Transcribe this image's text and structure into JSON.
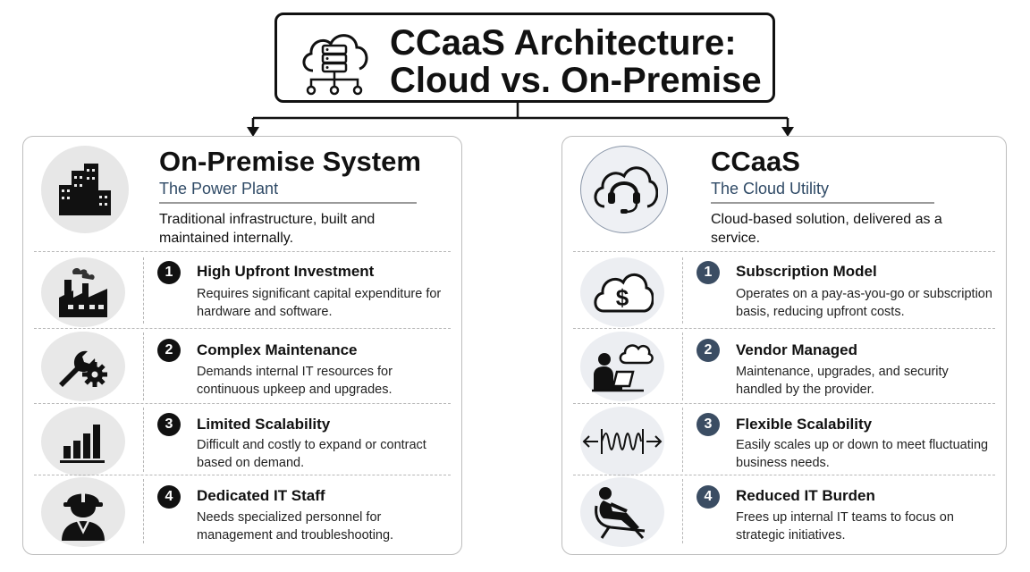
{
  "title": {
    "line1": "CCaaS Architecture:",
    "line2": "Cloud vs. On-Premise",
    "icon": "cloud-server-icon"
  },
  "left": {
    "title": "On-Premise System",
    "subtitle": "The Power Plant",
    "description": "Traditional infrastructure, built and maintained internally.",
    "hero_icon": "buildings-icon",
    "items": [
      {
        "num": "1",
        "title": "High Upfront Investment",
        "desc": "Requires significant capital expenditure for hardware and software.",
        "icon": "factory-icon"
      },
      {
        "num": "2",
        "title": "Complex Maintenance",
        "desc": "Demands internal IT resources for continuous upkeep and upgrades.",
        "icon": "wrench-gear-icon"
      },
      {
        "num": "3",
        "title": "Limited Scalability",
        "desc": "Difficult and costly to expand or contract based on demand.",
        "icon": "bar-chart-icon"
      },
      {
        "num": "4",
        "title": "Dedicated IT Staff",
        "desc": "Needs specialized personnel for management and troubleshooting.",
        "icon": "hard-hat-worker-icon"
      }
    ]
  },
  "right": {
    "title": "CCaaS",
    "subtitle": "The Cloud Utility",
    "description": "Cloud-based solution, delivered as a service.",
    "hero_icon": "cloud-headset-icon",
    "items": [
      {
        "num": "1",
        "title": "Subscription Model",
        "desc": "Operates on a pay-as-you-go or subscription basis, reducing upfront costs.",
        "icon": "cloud-dollar-icon"
      },
      {
        "num": "2",
        "title": "Vendor Managed",
        "desc": "Maintenance, upgrades, and security handled by the provider.",
        "icon": "person-laptop-cloud-icon"
      },
      {
        "num": "3",
        "title": "Flexible Scalability",
        "desc": "Easily scales up or down to meet fluctuating business needs.",
        "icon": "spring-arrows-icon"
      },
      {
        "num": "4",
        "title": "Reduced IT Burden",
        "desc": "Frees up internal IT teams to focus on strategic initiatives.",
        "icon": "relaxing-person-icon"
      }
    ]
  },
  "colors": {
    "accent": "#2f4a66",
    "badge_right": "#3b4d63",
    "border": "#bdbdbd"
  }
}
